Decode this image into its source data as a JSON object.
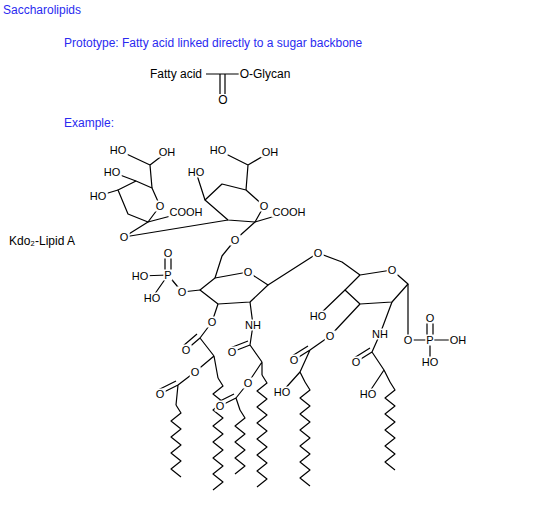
{
  "diagram": {
    "title": "Saccharolipids",
    "labels": [
      "Prototype:  Fatty acid linked directly to a sugar backbone",
      "Fatty acid",
      "O-Glycan",
      "O",
      "Example:",
      "Kdo₂-Lipid A",
      "HO",
      "OH",
      "HO",
      "HO",
      "O",
      "COOH",
      "O",
      "HO",
      "OH",
      "HO",
      "O",
      "COOH",
      "O",
      "O",
      "P",
      "HO",
      "HO",
      "O",
      "O",
      "O",
      "NH",
      "O",
      "O",
      "O",
      "O",
      "O",
      "O",
      "O",
      "O",
      "HO",
      "O",
      "NH",
      "O",
      "HO",
      "O",
      "HO",
      "O",
      "P",
      "O",
      "OH",
      "HO"
    ]
  }
}
